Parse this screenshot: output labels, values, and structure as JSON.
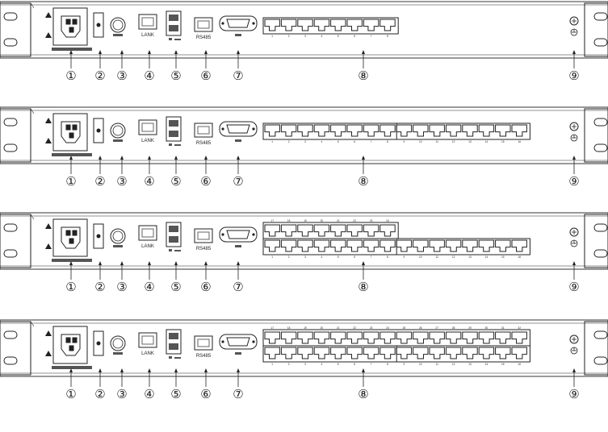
{
  "port_labels": {
    "lank": "LANK",
    "rs485": "RS485"
  },
  "callouts": [
    "①",
    "②",
    "③",
    "④",
    "⑤",
    "⑥",
    "⑦",
    "⑧",
    "⑨"
  ],
  "panels": [
    {
      "top_ports": [],
      "bottom_ports": [
        "1",
        "2",
        "3",
        "4",
        "5",
        "6",
        "7",
        "8"
      ]
    },
    {
      "top_ports": [],
      "bottom_ports": [
        "1",
        "2",
        "3",
        "4",
        "5",
        "6",
        "7",
        "8",
        "9",
        "10",
        "11",
        "12",
        "13",
        "14",
        "15",
        "16"
      ]
    },
    {
      "top_ports": [
        "17",
        "18",
        "19",
        "20",
        "21",
        "22",
        "23",
        "24"
      ],
      "bottom_ports": [
        "1",
        "2",
        "3",
        "4",
        "5",
        "6",
        "7",
        "8",
        "9",
        "10",
        "11",
        "12",
        "13",
        "14",
        "15",
        "16"
      ]
    },
    {
      "top_ports": [
        "17",
        "18",
        "19",
        "20",
        "21",
        "22",
        "23",
        "24",
        "25",
        "26",
        "27",
        "28",
        "29",
        "30",
        "31",
        "32"
      ],
      "bottom_ports": [
        "1",
        "2",
        "3",
        "4",
        "5",
        "6",
        "7",
        "8",
        "9",
        "10",
        "11",
        "12",
        "13",
        "14",
        "15",
        "16"
      ]
    }
  ],
  "colors": {
    "line": "#222222",
    "background": "#ffffff"
  }
}
